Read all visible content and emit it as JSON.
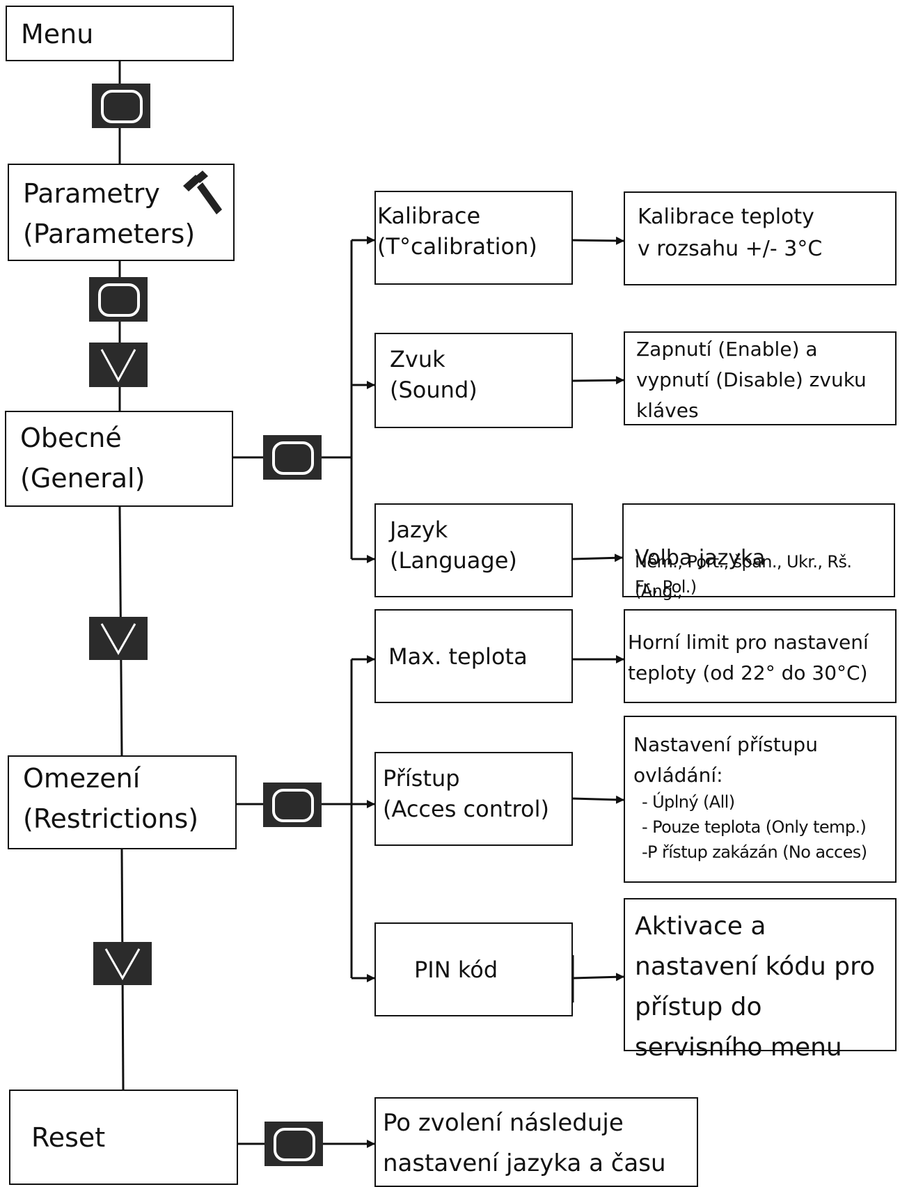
{
  "menu": {
    "label": "Menu"
  },
  "parametry": {
    "label": "Parametry\n(Parameters)"
  },
  "obecne": {
    "label": "Obecné\n(General)"
  },
  "omezeni": {
    "label": "Omezení\n(Restrictions)"
  },
  "reset": {
    "label": "Reset"
  },
  "kalibrace": {
    "label": "Kalibrace\n(T°calibration)",
    "desc": "Kalibrace teploty\nv rozsahu +/- 3°C"
  },
  "zvuk": {
    "label": "Zvuk\n(Sound)",
    "desc": "Zapnutí (Enable) a\nvypnutí (Disable) zvuku\nkláves"
  },
  "jazyk": {
    "label": "Jazyk\n(Language)",
    "desc_main": "Volba jazyka",
    "desc_small_1": "(Ang.,",
    "desc_small_2": "Něm., Port., špan., Ukr., Rš.\nFr., Pol.)"
  },
  "max_teplota": {
    "label": "Max. teplota",
    "desc": "Horní limit pro nastavení\nteploty (od 22° do 30°C)"
  },
  "pristup": {
    "label": "Přístup\n(Acces control)",
    "desc_1": "Nastavení přístupu\novládání:",
    "desc_2": " - Úplný (All)\n - Pouze teplota (Only temp.)\n-P řístup zakázán (No acces)"
  },
  "pin": {
    "label": "PIN kód",
    "desc": "Aktivace a\nnastavení kódu pro\npřístup do\nservisního menu"
  },
  "reset_desc": {
    "text": "Po zvolení následuje\nnastavení jazyka a času"
  },
  "icons": [
    "hammer-icon",
    "ok-button-icon",
    "down-button-icon"
  ]
}
